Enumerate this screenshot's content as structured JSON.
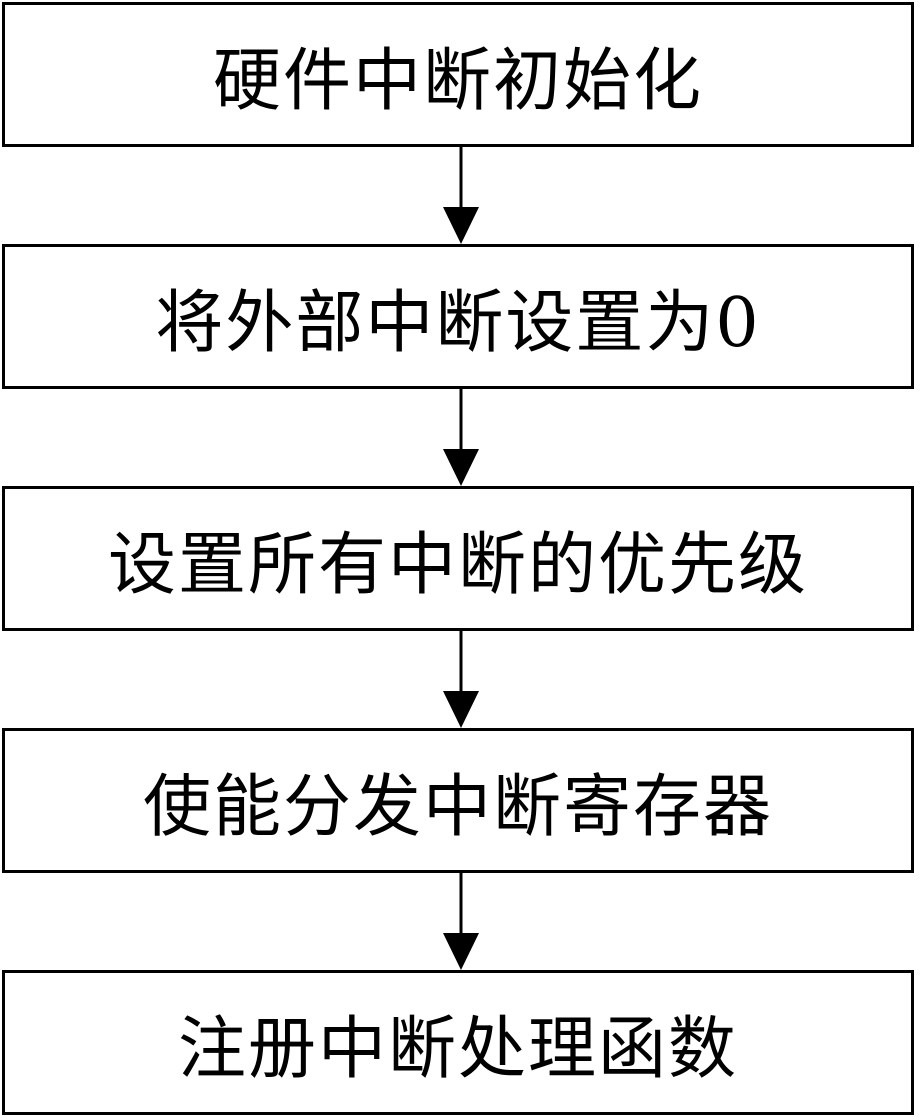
{
  "flowchart": {
    "steps": [
      {
        "label": "硬件中断初始化"
      },
      {
        "label": "将外部中断设置为0"
      },
      {
        "label": "设置所有中断的优先级"
      },
      {
        "label": "使能分发中断寄存器"
      },
      {
        "label": "注册中断处理函数"
      }
    ]
  },
  "colors": {
    "stroke": "#000000",
    "fill": "#ffffff"
  }
}
